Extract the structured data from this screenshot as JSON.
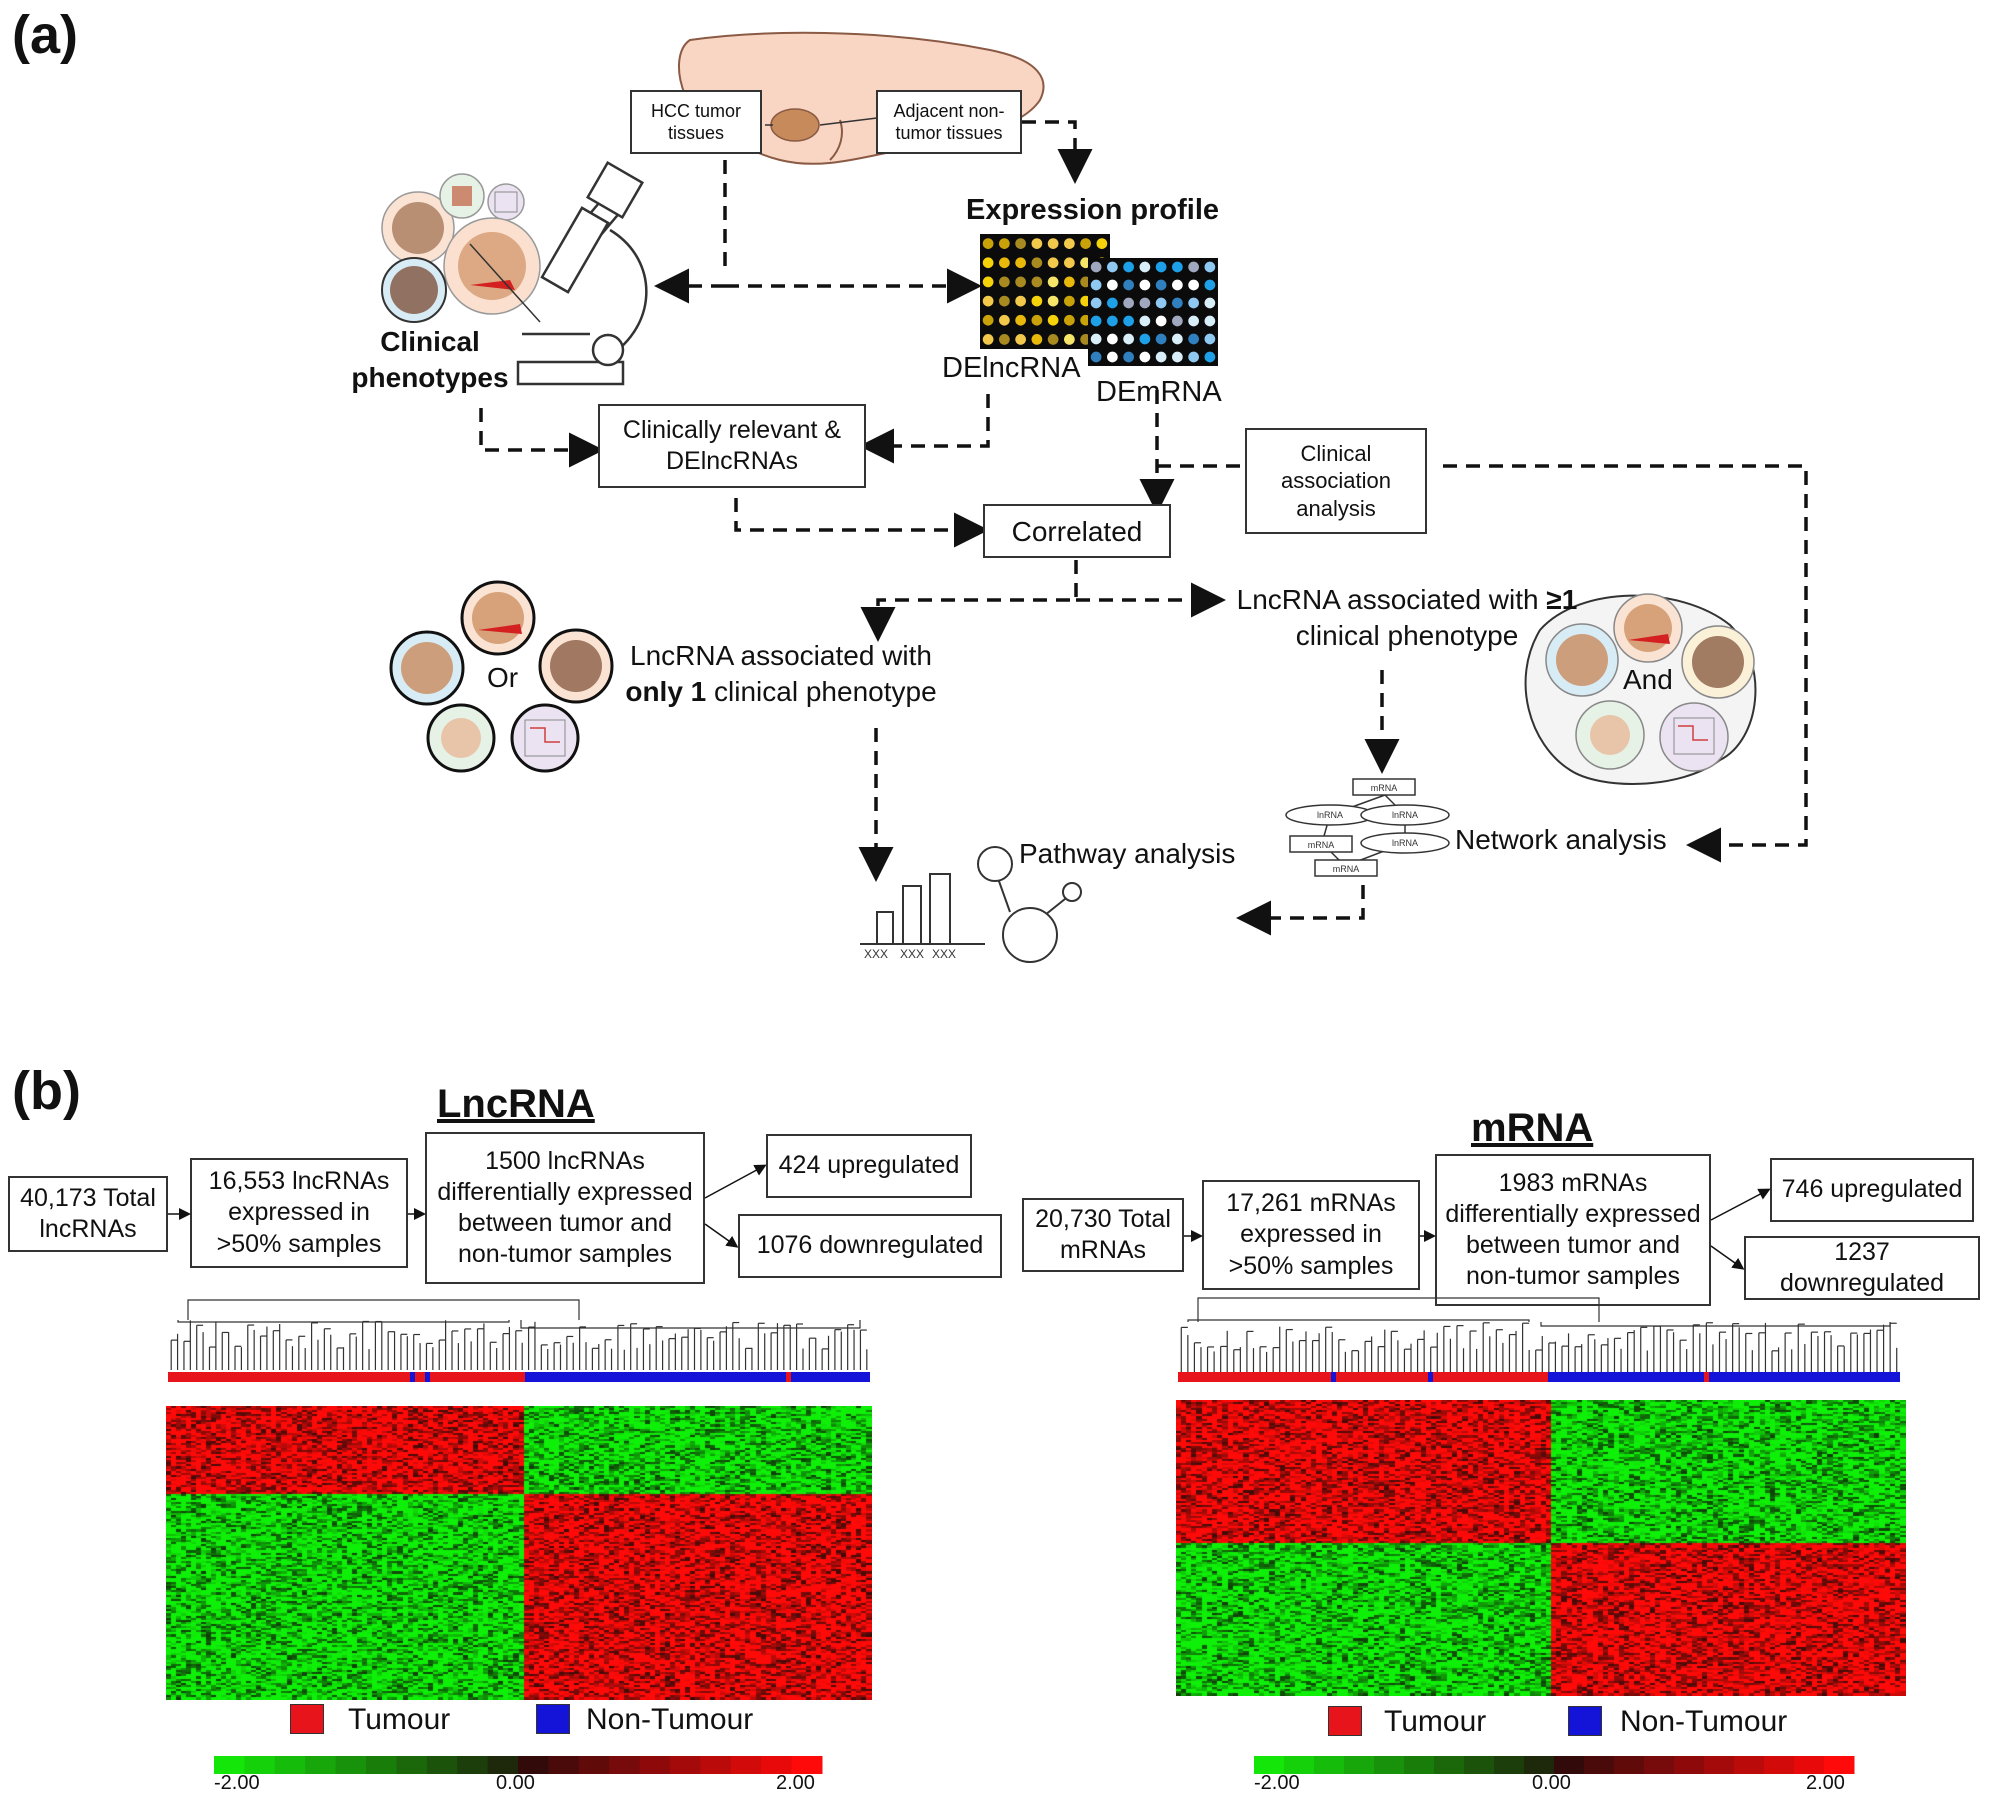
{
  "panel_a": {
    "label": "(a)",
    "hcc_box": "HCC tumor tissues",
    "adjacent_box": "Adjacent non-tumor tissues",
    "expression_profile": "Expression profile",
    "delncrna": "DElncRNA",
    "demrna": "DEmRNA",
    "clinical_phenotypes": "Clinical phenotypes",
    "clinically_relevant_box": "Clinically relevant & DElncRNAs",
    "clinical_association_box": "Clinical association analysis",
    "correlated_box": "Correlated",
    "lnc_ge1_line1": "LncRNA associated with ",
    "lnc_ge1_bold": "≥1",
    "lnc_ge1_line2": "clinical phenotype",
    "lnc_only1_line1": "LncRNA associated with",
    "lnc_only1_bold": "only 1",
    "lnc_only1_line2": " clinical phenotype",
    "or_label": "Or",
    "and_label": "And",
    "pathway_label": "Pathway analysis",
    "network_label": "Network analysis",
    "bar_ticks": [
      "XXX",
      "XXX",
      "XXX"
    ],
    "net_mrna": "mRNA",
    "net_lnrna": "lnRNA"
  },
  "panel_b": {
    "label": "(b)",
    "lncrna": {
      "title": "LncRNA",
      "total_box": "40,173 Total lncRNAs",
      "expressed_box": "16,553 lncRNAs expressed in >50% samples",
      "diff_box": "1500 lncRNAs differentially expressed between tumor and non-tumor samples",
      "up_box": "424 upregulated",
      "down_box": "1076 downregulated"
    },
    "mrna": {
      "title": "mRNA",
      "total_box": "20,730 Total mRNAs",
      "expressed_box": "17,261 mRNAs expressed in >50% samples",
      "diff_box": "1983 mRNAs differentially expressed between tumor and non-tumor samples",
      "up_box": "746 upregulated",
      "down_box": "1237 downregulated"
    },
    "legend": {
      "tumour": "Tumour",
      "non_tumour": "Non-Tumour"
    },
    "scale": {
      "min": "-2.00",
      "mid": "0.00",
      "max": "2.00"
    }
  },
  "colors": {
    "tumour": "#e8141c",
    "non_tumour": "#1414d8",
    "heat_high": "#e81010",
    "heat_low": "#10e010",
    "heat_zero": "#2a0a00",
    "liver": "#f9d6c3",
    "liver_stroke": "#8a5a44"
  }
}
